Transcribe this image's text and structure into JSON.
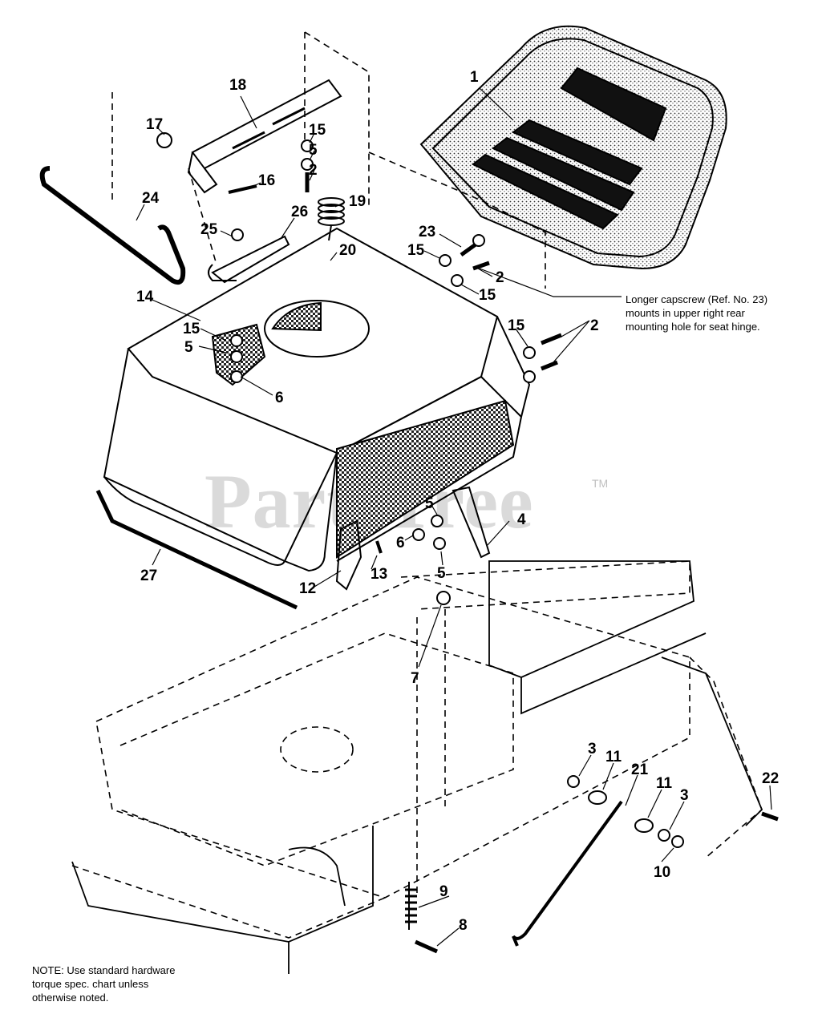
{
  "callouts": {
    "c1": "1",
    "c18": "18",
    "c17": "17",
    "c15a": "15",
    "c5a": "5",
    "c2a": "2",
    "c16": "16",
    "c19": "19",
    "c24": "24",
    "c26": "26",
    "c25": "25",
    "c23": "23",
    "c15b": "15",
    "c2b": "2",
    "c20": "20",
    "c15c": "15",
    "c14": "14",
    "c15d": "15",
    "c5b": "5",
    "c6a": "6",
    "c15e": "15",
    "c2c": "2",
    "c5c": "5",
    "c4": "4",
    "c6b": "6",
    "c5d": "5",
    "c12": "12",
    "c13": "13",
    "c27": "27",
    "c7": "7",
    "c3a": "3",
    "c11a": "11",
    "c21": "21",
    "c11b": "11",
    "c3b": "3",
    "c22": "22",
    "c10": "10",
    "c9": "9",
    "c8": "8"
  },
  "seat_hinge_note": {
    "line1": "Longer capscrew (Ref. No. 23)",
    "line2": "mounts in upper right rear",
    "line3": "mounting hole for seat hinge."
  },
  "torque_note": {
    "line1": "NOTE: Use standard hardware",
    "line2": "torque spec. chart unless",
    "line3": "otherwise noted."
  },
  "watermark": {
    "brand": "PartsTree",
    "trademark": "TM"
  }
}
